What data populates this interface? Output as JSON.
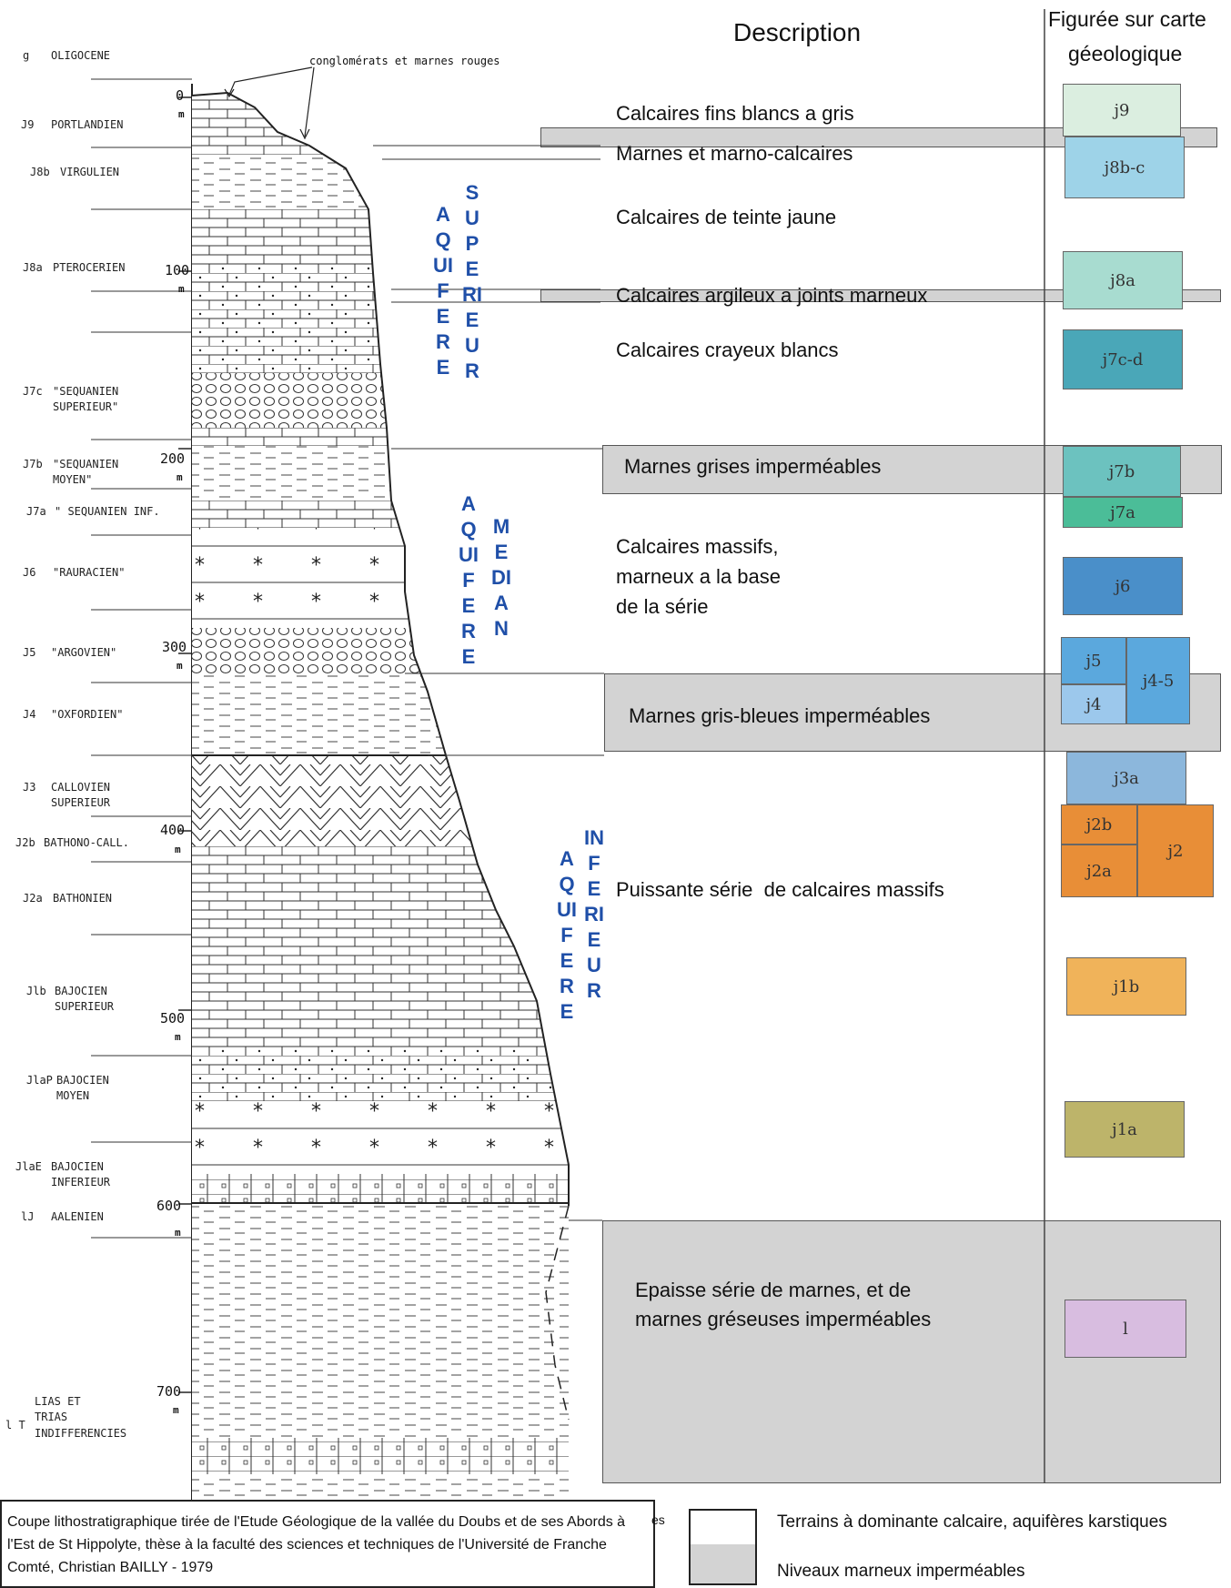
{
  "header": {
    "description_title": "Description",
    "map_title_line1": "Figurée sur carte",
    "map_title_line2": "géeologique"
  },
  "top_annotation": "conglomérats et marnes rouges",
  "depth_ticks": [
    {
      "value": "0",
      "unit": "m"
    },
    {
      "value": "100",
      "unit": "m"
    },
    {
      "value": "200",
      "unit": "m"
    },
    {
      "value": "300",
      "unit": "m"
    },
    {
      "value": "400",
      "unit": "m"
    },
    {
      "value": "500",
      "unit": "m"
    },
    {
      "value": "600",
      "unit": "m"
    },
    {
      "value": "700",
      "unit": "m"
    }
  ],
  "stages": [
    {
      "code": "g",
      "name": "OLIGOCENE"
    },
    {
      "code": "J9",
      "name": "PORTLANDIEN"
    },
    {
      "code": "J8b",
      "name": "VIRGULIEN"
    },
    {
      "code": "J8a",
      "name": "PTEROCERIEN"
    },
    {
      "code": "J7c",
      "name": "\"SEQUANIEN\nSUPERIEUR\""
    },
    {
      "code": "J7b",
      "name": "\"SEQUANIEN\nMOYEN\""
    },
    {
      "code": "J7a",
      "name": "\" SEQUANIEN INF."
    },
    {
      "code": "J6",
      "name": "\"RAURACIEN\""
    },
    {
      "code": "J5",
      "name": "\"ARGOVIEN\""
    },
    {
      "code": "J4",
      "name": "\"OXFORDIEN\""
    },
    {
      "code": "J3",
      "name": "CALLOVIEN\nSUPERIEUR"
    },
    {
      "code": "J2b",
      "name": "BATHONO-CALL."
    },
    {
      "code": "J2a",
      "name": "BATHONIEN"
    },
    {
      "code": "Jlb",
      "name": "BAJOCIEN\nSUPERIEUR"
    },
    {
      "code": "JlaP",
      "name": "BAJOCIEN\nMOYEN"
    },
    {
      "code": "JlaE",
      "name": "BAJOCIEN\nINFERIEUR"
    },
    {
      "code": "lJ",
      "name": "AALENIEN"
    },
    {
      "code": "l T",
      "name": "LIAS ET\nTRIAS\nINDIFFERENCIES"
    }
  ],
  "aquifers": [
    {
      "col1": "AQUIFERE",
      "col2": "SUPERIEUR"
    },
    {
      "col1": "AQUIFERE",
      "col2": "MEDIAN"
    },
    {
      "col1": "AQUIFERE",
      "col2": "INFERIEUR"
    }
  ],
  "descriptions": [
    "Calcaires fins blancs a gris",
    "Marnes et marno-calcaires",
    "Calcaires de teinte jaune",
    "Calcaires argileux a joints marneux",
    "Calcaires crayeux blancs",
    "Marnes grises imperméables",
    "Calcaires massifs,\nmarneux a la base\nde la série",
    "Marnes gris-bleues imperméables",
    "Puissante série  de calcaires massifs",
    "Epaisse série de marnes, et de\nmarnes gréseuses imperméables"
  ],
  "map_codes": {
    "j9": "j9",
    "j8bc": "j8b-c",
    "j8a": "j8a",
    "j7cd": "j7c-d",
    "j7b": "j7b",
    "j7a": "j7a",
    "j6": "j6",
    "j5": "j5",
    "j4": "j4",
    "j45": "j4-5",
    "j3a": "j3a",
    "j2b": "j2b",
    "j2a": "j2a",
    "j2": "j2",
    "j1b": "j1b",
    "j1a": "j1a",
    "l": "l"
  },
  "colors": {
    "j9": "#dbeee0",
    "j8bc": "#9ed3e8",
    "j8a": "#a8dcd0",
    "j7cd": "#4aa7b8",
    "j7b": "#6cc2bf",
    "j7a": "#4bbd98",
    "j6": "#4a8fc9",
    "j5": "#5ba8dd",
    "j4": "#9cc8ec",
    "j3a": "#8cb7dc",
    "j2": "#e88e37",
    "j1b": "#f0b35a",
    "j1a": "#bdb46a",
    "l": "#d8bde0",
    "marl_band": "#d3d3d3",
    "aquifer_text": "#1f4fa8"
  },
  "legend": {
    "calcaire": "Terrains à dominante calcaire, aquifères karstiques",
    "marne": "Niveaux marneux imperméables"
  },
  "source": "Coupe lithostratigraphique tirée de l'Etude Géologique de la vallée du Doubs et de ses Abords à l'Est de St Hippolyte, thèse à la faculté des sciences et techniques de l'Université de Franche Comté, Christian BAILLY - 1979",
  "source_stub": "es"
}
